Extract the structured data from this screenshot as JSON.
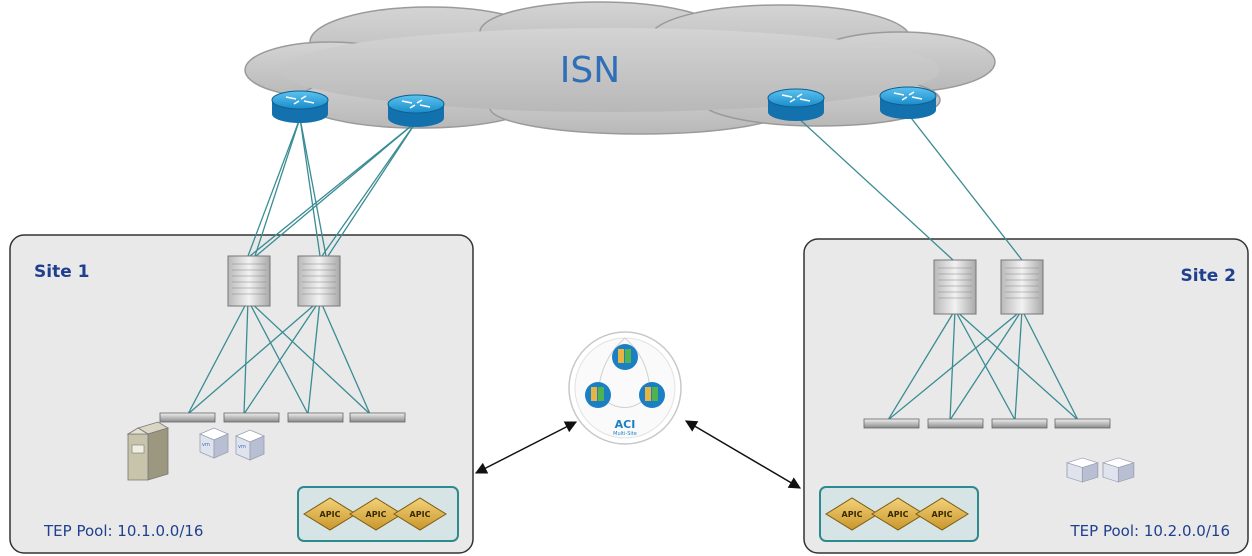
{
  "cloud": {
    "label": "ISN"
  },
  "sites": [
    {
      "title": "Site 1",
      "tep_pool": "TEP Pool: 10.1.0.0/16"
    },
    {
      "title": "Site 2",
      "tep_pool": "TEP Pool: 10.2.0.0/16"
    }
  ],
  "apic": {
    "label": "APIC"
  },
  "multisite": {
    "label": "ACI",
    "sublabel": "Multi-Site"
  },
  "colors": {
    "link": "#3a8c93",
    "site_fill": "#e9e9e9",
    "site_border": "#333333",
    "router": "#1b9bd7",
    "cloud": "#c9c9c9",
    "text": "#1f3f8f"
  }
}
